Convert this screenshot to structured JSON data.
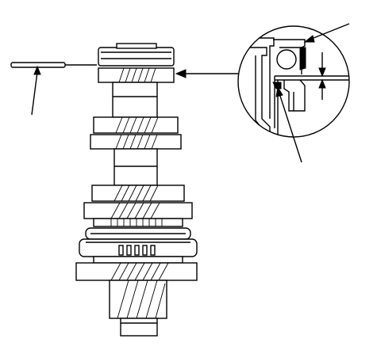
{
  "diagram": {
    "line_color": "#000000",
    "background": "#ffffff",
    "components": {
      "feeler_gauge": "feeler-gauge-icon",
      "gear_shaft": "gear-shaft-assembly",
      "detail_circle": "detail-magnifier",
      "snap_ring": "snap-ring-icon",
      "bearing_ball": "bearing-ball-icon",
      "clearance_arrows": "clearance-dimension-arrows"
    }
  }
}
